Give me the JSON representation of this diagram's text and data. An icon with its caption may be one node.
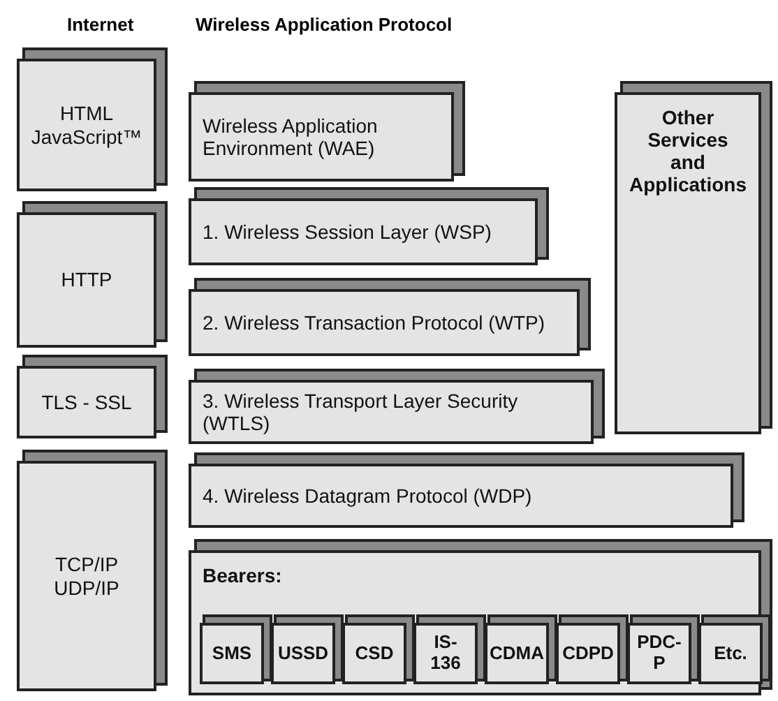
{
  "diagram": {
    "nodes": [
      {
        "text": [
          "HTML JavaScript™"
        ]
      },
      {
        "text": [
          "HTTP"
        ]
      },
      {
        "text": [
          "TLS - SSL"
        ]
      },
      {
        "text": [
          "TCP/IP UDP/IP"
        ]
      },
      {
        "text": [
          "Wireless Application Environment (WAE)"
        ]
      },
      {
        "text": [
          "1. Wireless Session Layer (WSP)"
        ]
      },
      {
        "text": [
          "2. Wireless Transaction Protocol (WTP)"
        ]
      },
      {
        "text": [
          "3. Wireless Transport Layer Security (WTLS)"
        ]
      },
      {
        "text": [
          "4. Wireless Datagram Protocol (WDP)"
        ]
      },
      {
        "text": [
          "Other Services and Applications"
        ]
      },
      {
        "text": [
          "Bearers:"
        ]
      },
      {
        "text": [
          "SMS"
        ],
        "in": 10
      },
      {
        "text": [
          "USSD"
        ],
        "in": 10
      },
      {
        "text": [
          "CSD"
        ],
        "in": 10
      },
      {
        "text": [
          "IS-136"
        ],
        "in": 10
      },
      {
        "text": [
          "CDMA"
        ],
        "in": 10
      },
      {
        "text": [
          "CDPD"
        ],
        "in": 10
      },
      {
        "text": [
          "PDC-P"
        ],
        "in": 10
      },
      {
        "text": [
          "Etc."
        ],
        "in": 10
      }
    ],
    "labels": [
      "Internet",
      "Wireless Application Protocol"
    ]
  }
}
